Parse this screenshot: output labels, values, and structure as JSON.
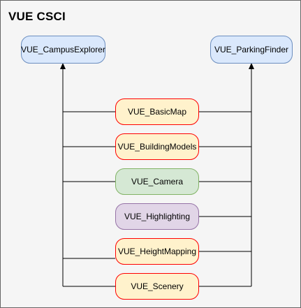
{
  "title": "VUE CSCI",
  "targets": {
    "campus_explorer": "VUE_CampusExplorer",
    "parking_finder": "VUE_ParkingFinder"
  },
  "components": {
    "basic_map": "VUE_BasicMap",
    "building_models": "VUE_BuildingModels",
    "camera": "VUE_Camera",
    "highlighting": "VUE_Highlighting",
    "height_mapping": "VUE_HeightMapping",
    "scenery": "VUE_Scenery"
  },
  "colors": {
    "frame_fill": "#f5f5f5",
    "frame_border": "#666666",
    "blue_fill": "#dae8fc",
    "blue_border": "#6c8ebf",
    "yellow_fill": "#fff2cc",
    "red_border": "#ff0000",
    "green_fill": "#d5e8d4",
    "green_border": "#82b366",
    "purple_fill": "#e1d5e7",
    "purple_border": "#9673a6",
    "edge": "#000000"
  }
}
